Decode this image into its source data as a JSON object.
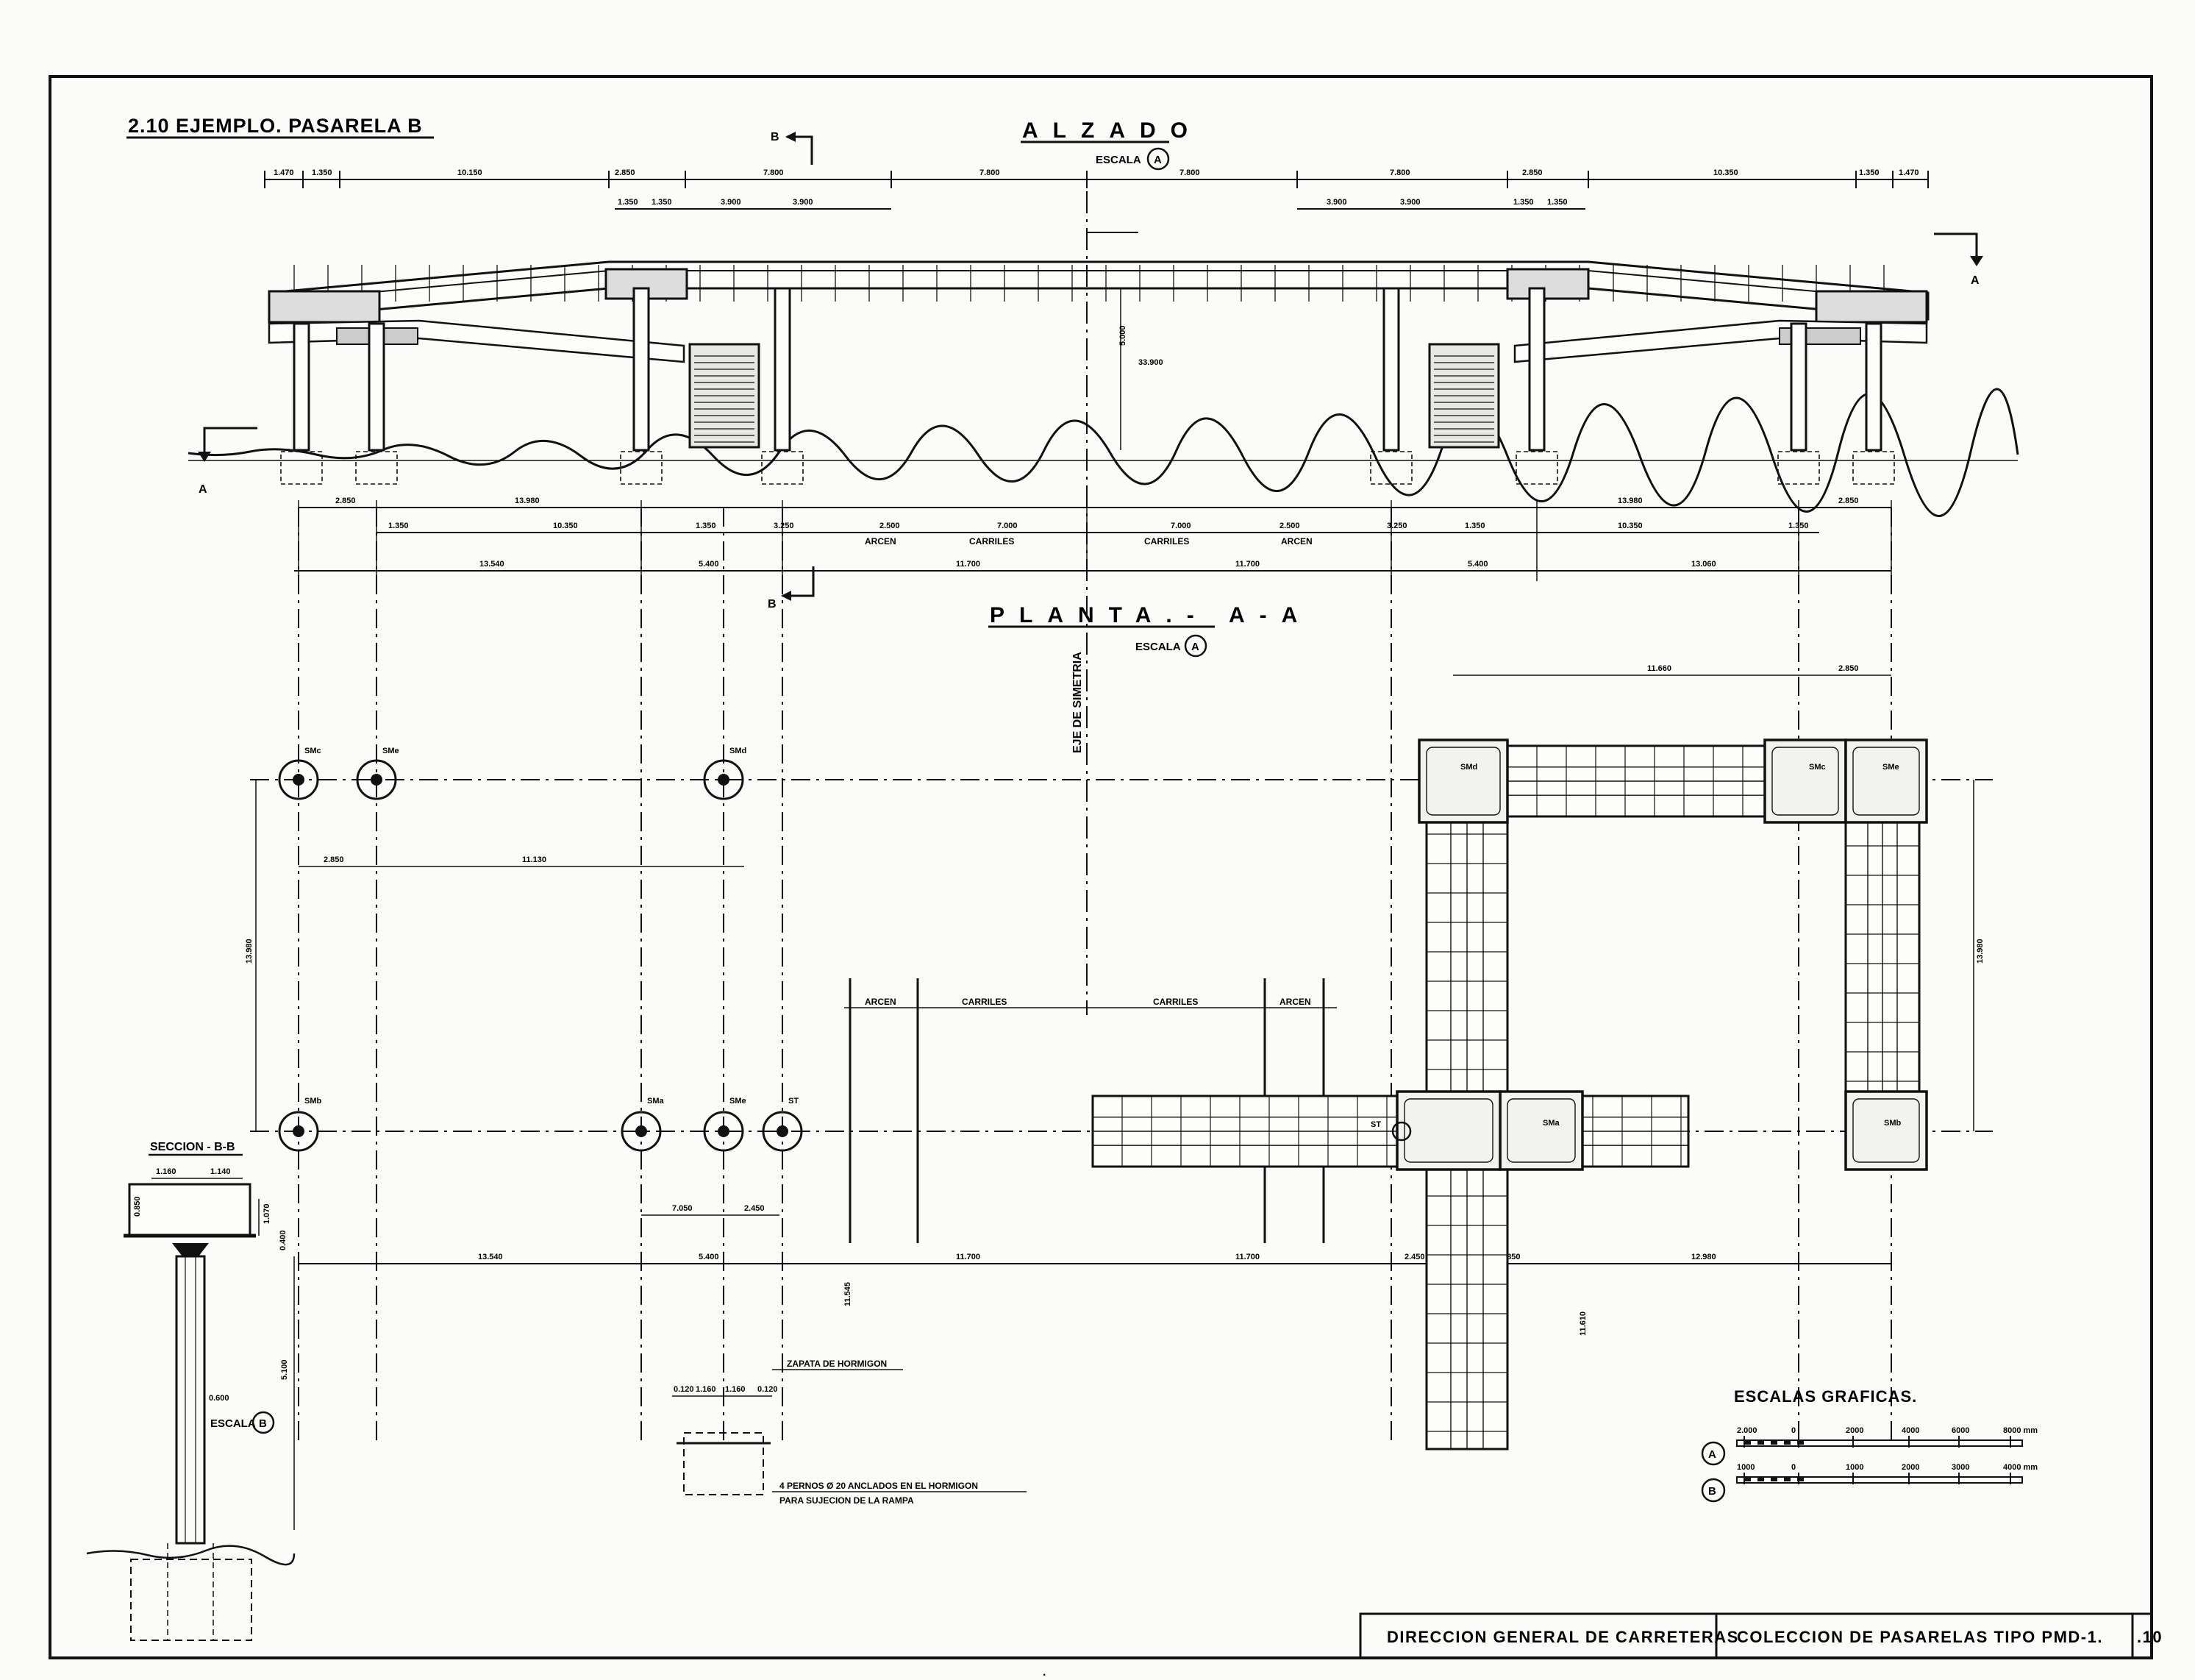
{
  "sheet": {
    "title": "2.10 EJEMPLO. PASARELA B",
    "page_marks": [
      "."
    ]
  },
  "elevation": {
    "heading": "ALZADO",
    "scale_label": "ESCALA",
    "scale_ref": "A",
    "section_mark_a": "A",
    "section_mark_b": "B",
    "top_dims_row1": [
      "1.470",
      "1.350",
      "10.150",
      "2.850",
      "7.800",
      "7.800",
      "7.800",
      "7.800",
      "2.850",
      "10.350",
      "1.350",
      "1.470"
    ],
    "top_dims_row2": [
      "1.350",
      "1.350",
      "3.900",
      "3.900",
      "3.900",
      "3.900",
      "1.350",
      "1.350"
    ],
    "clearance_dims": [
      "5.000",
      "33.900"
    ],
    "bottom_dims_row1": [
      "2.850",
      "13.980",
      "13.980",
      "2.850"
    ],
    "bottom_dims_row2": [
      "1.350",
      "10.350",
      "1.350",
      "1.350",
      "10.350",
      "1.350"
    ],
    "road_dims": [
      "3.250",
      "2.500",
      "7.000",
      "7.000",
      "2.500",
      "3.250"
    ],
    "road_labels": [
      "ARCEN",
      "CARRILES",
      "CARRILES",
      "ARCEN"
    ],
    "bottom_dims_row3": [
      "13.540",
      "5.400",
      "11.700",
      "11.700",
      "5.400",
      "13.060"
    ]
  },
  "plan": {
    "heading": "PLANTA.- A-A",
    "scale_label": "ESCALA",
    "scale_ref": "A",
    "axis_label": "EJE DE SIMETRIA",
    "pier_labels_top": [
      "SMc",
      "SMe",
      "SMd"
    ],
    "pier_labels_bottom": [
      "SMb",
      "SMa",
      "SMe",
      "ST"
    ],
    "deck_pier_labels": [
      "SMd",
      "SMc",
      "SMe",
      "SMa",
      "SMb",
      "ST"
    ],
    "dims_top": [
      "2.850",
      "11.130"
    ],
    "dims_right_top": [
      "11.660",
      "2.850"
    ],
    "dims_vertical": [
      "13.980",
      "13.980",
      "11.545",
      "11.610"
    ],
    "dims_mid": [
      "7.050",
      "2.450"
    ],
    "dims_bottom": [
      "13.540",
      "5.400",
      "11.700",
      "11.700",
      "2.450",
      "2.850",
      "12.980"
    ],
    "road_labels": [
      "ARCEN",
      "CARRILES",
      "CARRILES",
      "ARCEN"
    ]
  },
  "section_bb": {
    "heading": "SECCION - B-B",
    "dims": [
      "1.160",
      "1.140",
      "1.070",
      "0.850",
      "0.400",
      "5.100",
      "0.600"
    ],
    "scale_label": "ESCALA",
    "scale_ref": "B"
  },
  "footing": {
    "dims": [
      "0.120",
      "1.160",
      "1.160",
      "0.120"
    ],
    "note_top": "ZAPATA DE HORMIGON",
    "note_bottom_1": "4 PERNOS Ø 20 ANCLADOS EN EL HORMIGON",
    "note_bottom_2": "PARA SUJECION DE LA RAMPA"
  },
  "graphic_scales": {
    "title": "ESCALAS GRAFICAS.",
    "scale_a": {
      "ref": "A",
      "ticks": [
        "2.000",
        "0",
        "2000",
        "4000",
        "6000",
        "8000 mm"
      ]
    },
    "scale_b": {
      "ref": "B",
      "ticks": [
        "1000",
        "0",
        "1000",
        "2000",
        "3000",
        "4000 mm"
      ]
    }
  },
  "title_block": {
    "org": "DIRECCION GENERAL DE CARRETERAS",
    "collection": "COLECCION DE PASARELAS TIPO PMD-1.",
    "sheet_no": ".10"
  }
}
